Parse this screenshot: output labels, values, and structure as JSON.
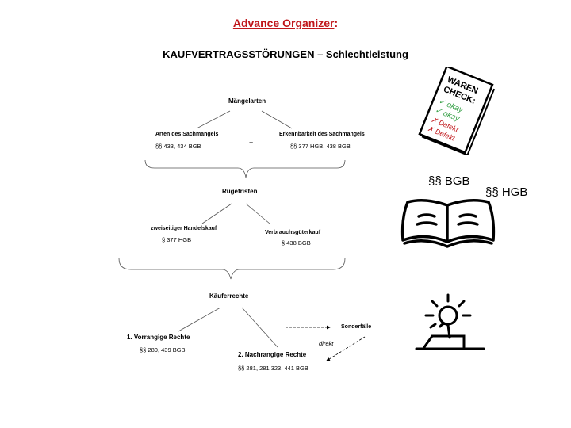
{
  "title": {
    "label": "Advance Organizer",
    "colon": ":",
    "subtitle": "KAUFVERTRAGSSTÖRUNGEN – Schlechtleistung"
  },
  "colors": {
    "accent_red": "#c0171b",
    "check_green": "#3aa24a"
  },
  "nodes": {
    "maengelarten": "Mängelarten",
    "arten": "Arten des Sachmangels",
    "arten_law": "§§ 433, 434 BGB",
    "plus": "+",
    "erkennbarkeit": "Erkennbarkeit des Sachmangels",
    "erkennbarkeit_law": "§§ 377 HGB, 438 BGB",
    "ruegefristen": "Rügefristen",
    "handelskauf": "zweiseitiger Handelskauf",
    "handelskauf_law": "§ 377 HGB",
    "verbrauchsgueterkauf": "Verbrauchsgüterkauf",
    "verbrauchsgueterkauf_law": "§ 438 BGB",
    "kaeuferrechte": "Käuferrechte",
    "vorrangig": "1. Vorrangige Rechte",
    "vorrangig_law": "§§ 280, 439 BGB",
    "nachrangig": "2. Nachrangige  Rechte",
    "nachrangig_law": "§§ 281, 281 323, 441 BGB",
    "sonderfaelle": "Sonderfälle",
    "direkt": "direkt"
  },
  "side": {
    "bgb_label": "§§ BGB",
    "hgb_label": "§§ HGB",
    "checklist": {
      "heading_1": "WAREN",
      "heading_2": "CHECK:",
      "items": [
        {
          "mark": "✓",
          "text": "okay"
        },
        {
          "mark": "✓",
          "text": "okay"
        },
        {
          "mark": "✗",
          "text": "Defekt"
        },
        {
          "mark": "✗",
          "text": "Defekt"
        }
      ]
    }
  }
}
